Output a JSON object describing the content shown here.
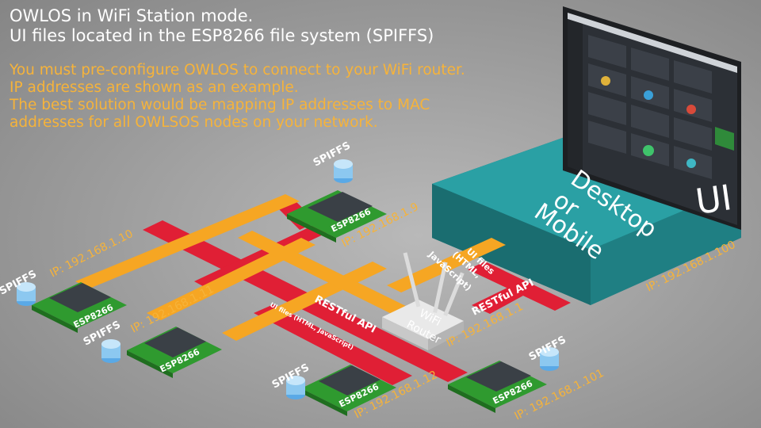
{
  "heading": {
    "line1": "OWLOS in WiFi Station mode.",
    "line2": "UI files located in the ESP8266 file system (SPIFFS)"
  },
  "note": {
    "line1": "You must pre-configure OWLOS to connect to your WiFi router.",
    "line2": "IP addresses are shown as an example.",
    "line3": "The best solution would be mapping IP addresses to MAC",
    "line4": "addresses for all OWLSOS nodes on your network."
  },
  "nodes": [
    {
      "board": "ESP8266",
      "storage": "SPIFFS",
      "ip": "IP: 192.168.1.9"
    },
    {
      "board": "ESP8266",
      "storage": "SPIFFS",
      "ip": "IP: 192.168.1.10"
    },
    {
      "board": "ESP8266",
      "storage": "SPIFFS",
      "ip": "IP: 192.168.1.11"
    },
    {
      "board": "ESP8266",
      "storage": "SPIFFS",
      "ip": "IP: 192.168.1.12"
    },
    {
      "board": "ESP8266",
      "storage": "SPIFFS",
      "ip": "IP: 192.168.1.101"
    }
  ],
  "router": {
    "label_line1": "WiFi",
    "label_line2": "Router",
    "ip": "IP: 192.168.1.1"
  },
  "client": {
    "line1": "Desktop",
    "line2": "or",
    "line3": "Mobile",
    "mark": "UI",
    "ip": "IP: 192.168.1.100"
  },
  "links": {
    "restful_api": "RESTful API",
    "ui_files_small": "UI files (HTML, JavaScript)",
    "ui_files_line1": "UI files",
    "ui_files_line2": "(HTML,",
    "ui_files_line3": "JavaScript)"
  },
  "colors": {
    "restful_link": "#e01f35",
    "ui_files_link": "#f6a623",
    "board": "#2f9a2f",
    "client_panel": "#27969a",
    "note_text": "#f6b33a"
  }
}
